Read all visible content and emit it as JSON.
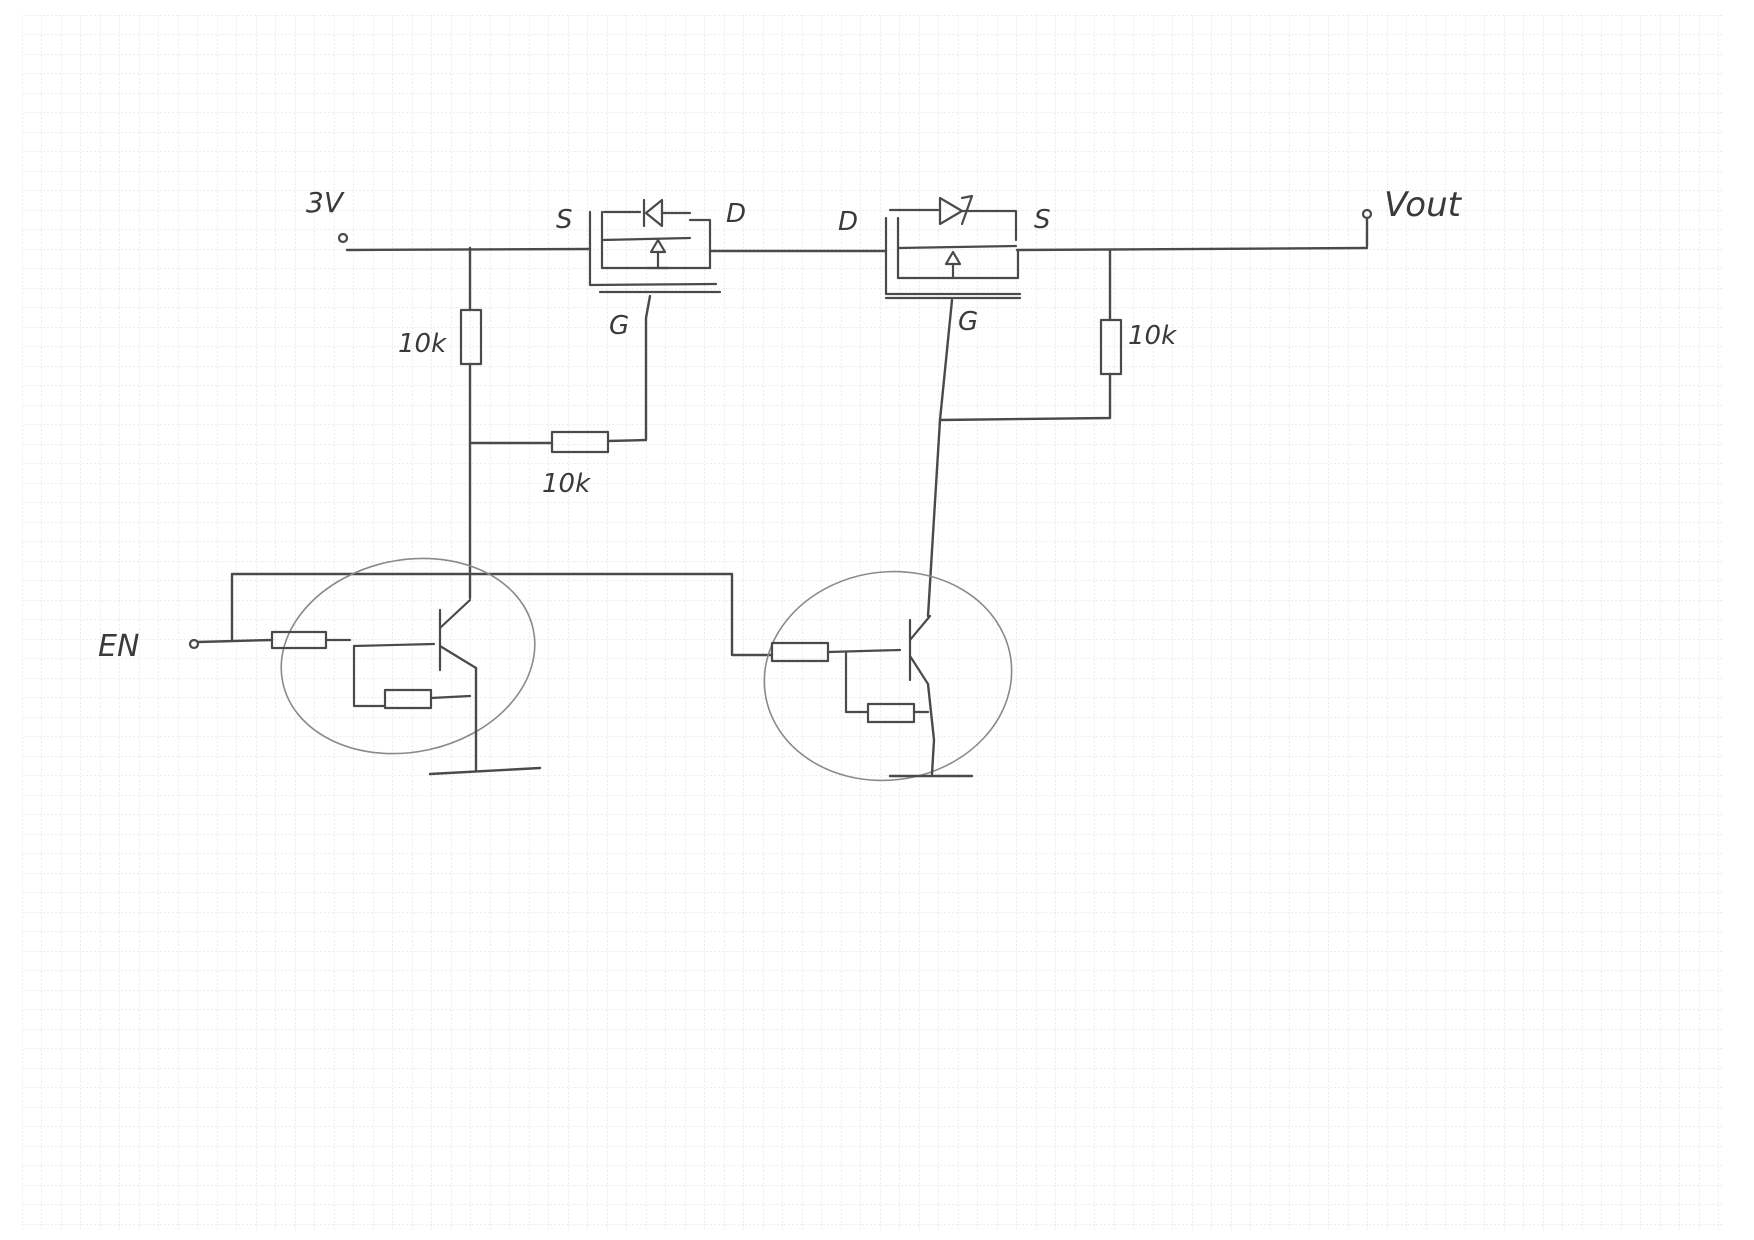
{
  "labels": {
    "supply": "3V",
    "output": "Vout",
    "enable": "EN",
    "q1_source": "S",
    "q1_drain": "D",
    "q1_gate": "G",
    "q2_drain": "D",
    "q2_source": "S",
    "q2_gate": "G",
    "r_pullup_left": "10k",
    "r_gate_left": "10k",
    "r_pullup_right": "10k"
  },
  "colors": {
    "ink": "#4a4a4a",
    "highlight": "#8a8a8a",
    "grid": "#d8d8d8",
    "paper": "#ffffff"
  }
}
